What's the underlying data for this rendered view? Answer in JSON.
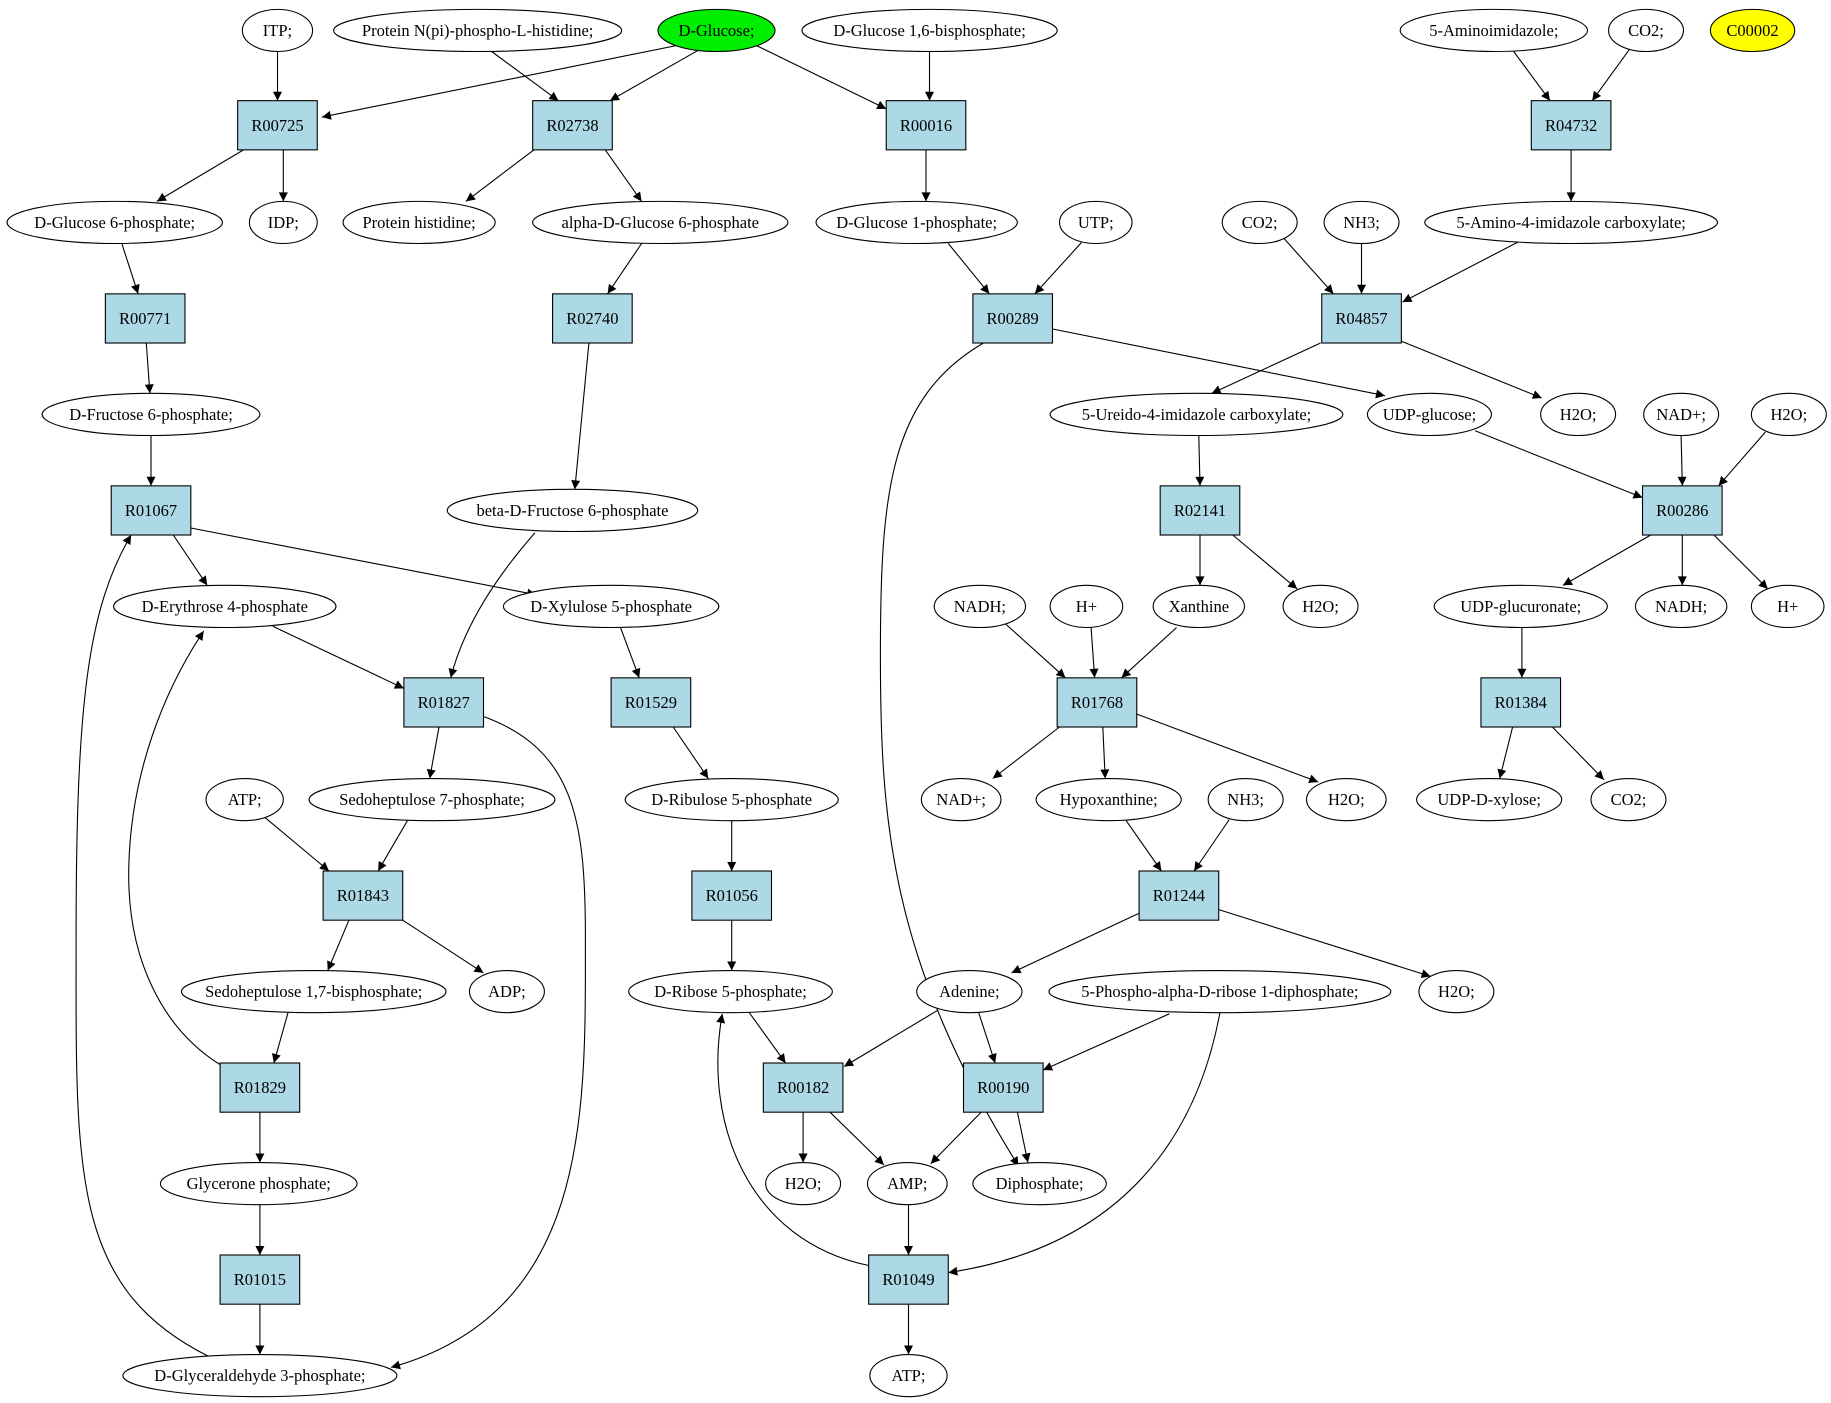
{
  "colors": {
    "reaction_fill": "#add8e6",
    "compound_fill": "#ffffff",
    "source_fill": "#00ee00",
    "highlight_fill": "#ffff00",
    "stroke": "#000000"
  },
  "nodes": {
    "itp": "ITP;",
    "prot_phos": "Protein N(pi)-phospho-L-histidine;",
    "dglucose": "D-Glucose;",
    "g16bp": "D-Glucose 1,6-bisphosphate;",
    "aminoimid": "5-Aminoimidazole;",
    "co2_a": "CO2;",
    "c00002": "C00002",
    "R00725": "R00725",
    "R02738": "R02738",
    "R00016": "R00016",
    "R04732": "R04732",
    "g6p": "D-Glucose 6-phosphate;",
    "idp": "IDP;",
    "prot_his": "Protein histidine;",
    "ag6p": "alpha-D-Glucose 6-phosphate",
    "g1p": "D-Glucose 1-phosphate;",
    "utp": "UTP;",
    "co2_b": "CO2;",
    "nh3_a": "NH3;",
    "aica": "5-Amino-4-imidazole carboxylate;",
    "R00771": "R00771",
    "R02740": "R02740",
    "R00289": "R00289",
    "R04857": "R04857",
    "f6p": "D-Fructose 6-phosphate;",
    "ureido": "5-Ureido-4-imidazole carboxylate;",
    "udpglc": "UDP-glucose;",
    "h2o_a": "H2O;",
    "nadp_a": "NAD+;",
    "h2o_b": "H2O;",
    "R01067": "R01067",
    "bf6p": "beta-D-Fructose 6-phosphate",
    "R02141": "R02141",
    "R00286": "R00286",
    "e4p": "D-Erythrose 4-phosphate",
    "x5p": "D-Xylulose 5-phosphate",
    "nadh_a": "NADH;",
    "hplus_a": "H+",
    "xanthine": "Xanthine",
    "h2o_c": "H2O;",
    "udpglcn": "UDP-glucuronate;",
    "nadh_b": "NADH;",
    "hplus_b": "H+",
    "R01827": "R01827",
    "R01529": "R01529",
    "R01768": "R01768",
    "R01384": "R01384",
    "atp_a": "ATP;",
    "s7p": "Sedoheptulose 7-phosphate;",
    "ru5p": "D-Ribulose 5-phosphate",
    "nadp_b": "NAD+;",
    "hypox": "Hypoxanthine;",
    "nh3_b": "NH3;",
    "h2o_d": "H2O;",
    "udpxyl": "UDP-D-xylose;",
    "co2_c": "CO2;",
    "R01843": "R01843",
    "R01056": "R01056",
    "R01244": "R01244",
    "s17bp": "Sedoheptulose 1,7-bisphosphate;",
    "adp": "ADP;",
    "r5p": "D-Ribose 5-phosphate;",
    "adenine": "Adenine;",
    "prpp": "5-Phospho-alpha-D-ribose 1-diphosphate;",
    "h2o_e": "H2O;",
    "R01829": "R01829",
    "R00182": "R00182",
    "R00190": "R00190",
    "glycerone": "Glycerone phosphate;",
    "h2o_f": "H2O;",
    "amp": "AMP;",
    "diphos": "Diphosphate;",
    "R01015": "R01015",
    "R01049": "R01049",
    "gap": "D-Glyceraldehyde 3-phosphate;",
    "atp_b": "ATP;"
  }
}
